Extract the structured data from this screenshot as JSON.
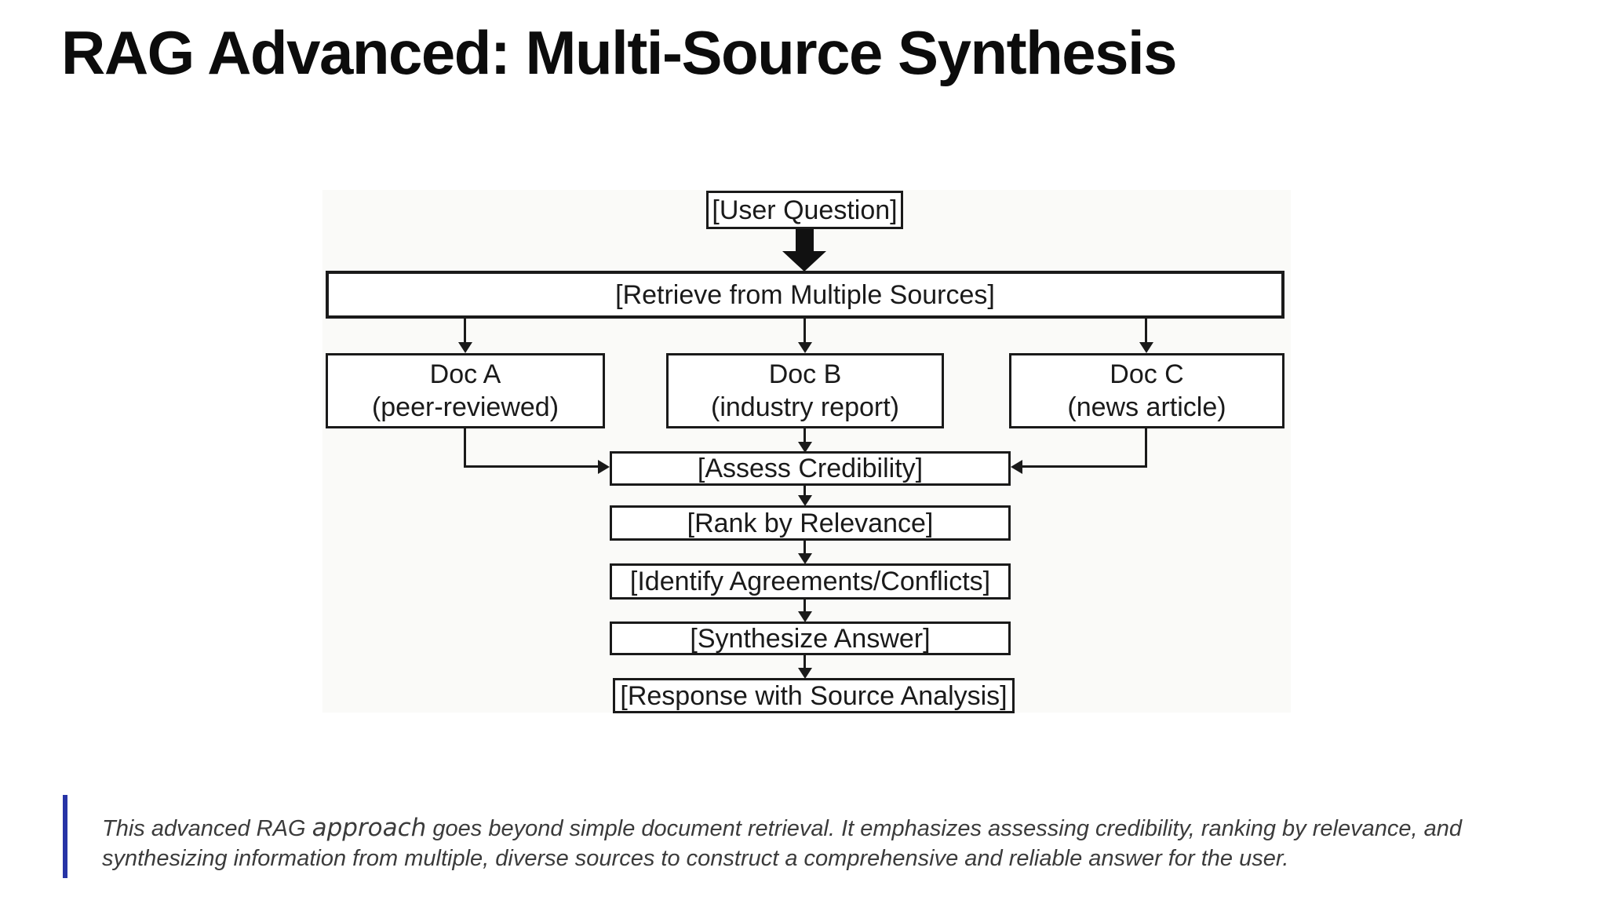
{
  "title": "RAG Advanced: Multi-Source Synthesis",
  "diagram": {
    "nodes": {
      "user_question": "[User Question]",
      "retrieve": "[Retrieve from Multiple Sources]",
      "doc_a_line1": "Doc A",
      "doc_a_line2": "(peer-reviewed)",
      "doc_b_line1": "Doc B",
      "doc_b_line2": "(industry report)",
      "doc_c_line1": "Doc C",
      "doc_c_line2": "(news article)",
      "assess": "[Assess Credibility]",
      "rank": "[Rank by Relevance]",
      "identify": "[Identify Agreements/Conflicts]",
      "synthesize": "[Synthesize Answer]",
      "response": "[Response with Source Analysis]"
    },
    "edges": [
      {
        "from": "user_question",
        "to": "retrieve"
      },
      {
        "from": "retrieve",
        "to": "doc_a"
      },
      {
        "from": "retrieve",
        "to": "doc_b"
      },
      {
        "from": "retrieve",
        "to": "doc_c"
      },
      {
        "from": "doc_a",
        "to": "assess"
      },
      {
        "from": "doc_b",
        "to": "assess"
      },
      {
        "from": "doc_c",
        "to": "assess"
      },
      {
        "from": "assess",
        "to": "rank"
      },
      {
        "from": "rank",
        "to": "identify"
      },
      {
        "from": "identify",
        "to": "synthesize"
      },
      {
        "from": "synthesize",
        "to": "response"
      }
    ]
  },
  "caption": {
    "line1_before": "This advanced RAG ",
    "line1_highlight": "approach",
    "line1_after": " goes beyond simple document retrieval. It emphasizes assessing credibility, ranking by relevance, and",
    "line2": "synthesizing information from multiple, diverse sources to construct a comprehensive and reliable answer for the user."
  },
  "colors": {
    "accent_bar": "#2734a6",
    "title_text": "#0c0c0c",
    "caption_text": "#3b3b3b",
    "diagram_background": "#fafaf8",
    "diagram_line": "#1a1a1a"
  }
}
